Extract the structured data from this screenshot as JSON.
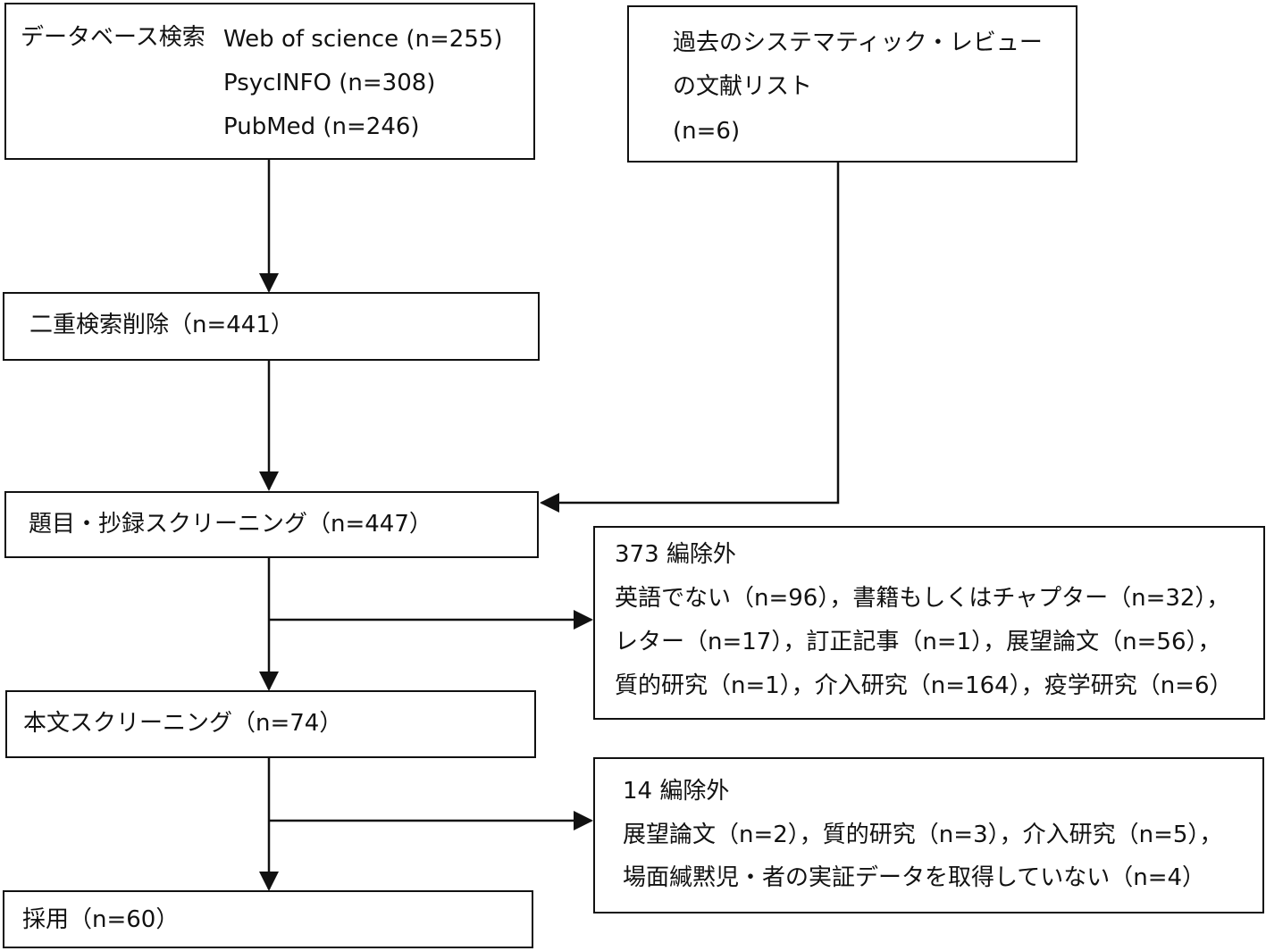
{
  "db_search": {
    "label": "データベース検索",
    "sources": [
      "Web of science (n=255)",
      "PsycINFO (n=308)",
      "PubMed (n=246)"
    ]
  },
  "past_reviews": {
    "lines": [
      "過去のシステマティック・レビュー",
      "の文献リスト",
      "(n=6)"
    ]
  },
  "dedup": {
    "label": "二重検索削除（n=441）"
  },
  "title_abstract": {
    "label": "題目・抄録スクリーニング（n=447）"
  },
  "exclusion_1": {
    "header": "373 編除外",
    "lines": [
      "英語でない（n=96），書籍もしくはチャプター（n=32），",
      "レター（n=17），訂正記事（n=1），展望論文（n=56），",
      "質的研究（n=1），介入研究（n=164），疫学研究（n=6）"
    ]
  },
  "fulltext": {
    "label": "本文スクリーニング（n=74）"
  },
  "exclusion_2": {
    "header": "14 編除外",
    "lines": [
      "展望論文（n=2），質的研究（n=3），介入研究（n=5），",
      "場面緘黙児・者の実証データを取得していない（n=4）"
    ]
  },
  "adopted": {
    "label": "採用（n=60）"
  }
}
